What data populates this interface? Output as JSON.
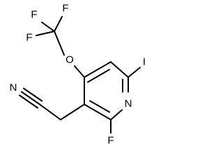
{
  "molecule": {
    "atoms": {
      "f_top_left": "F",
      "f_top_mid": "F",
      "f_left": "F",
      "o_ether": "O",
      "n_nitrile": "N",
      "i_iodo": "I",
      "n_ring": "N",
      "f_ring": "F"
    }
  }
}
